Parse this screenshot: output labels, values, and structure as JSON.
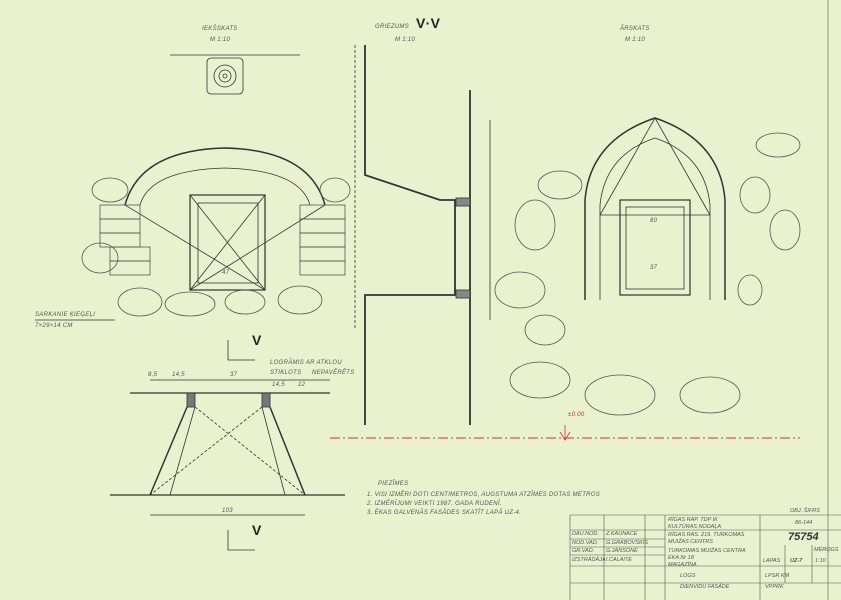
{
  "views": {
    "plan": {
      "title": "IEKŠSKATS",
      "scale": "M 1:10"
    },
    "section": {
      "title": "GRIEZUMS",
      "mark": "V·V",
      "scale": "M 1:10"
    },
    "elevation": {
      "title": "ĀRSKATS",
      "scale": "M 1:10"
    }
  },
  "labels": {
    "brick": "SARKANIE ĶIEĢEĻI",
    "brick_size": "7×29×14 CM",
    "cut_mark": "V",
    "glazing": "LOGRĀMIS AR ATKLOU",
    "glazing2": "STIKLOTS",
    "glazing3": "NEPAVĒRĒTS",
    "level": "±0.00",
    "dims": [
      "8,5",
      "14,5",
      "37",
      "12",
      "14,5",
      "103",
      "47",
      "80",
      "37"
    ]
  },
  "notes": {
    "title": "PIEZĪMES",
    "items": [
      "1. VISI IZMĒRI DOTI CENTIMETROS, AUGSTUMA ATZĪMES DOTAS METROS",
      "2. IZMĒRĪJUMI VEIKTI 1987. GADA RUDENĪ.",
      "3. ĒKAS GALVENĀS FASĀDES SKATĪT LAPĀ UZ-4."
    ]
  },
  "title_block": {
    "people": [
      {
        "role": "DAU.NOD.",
        "name": "Z.KAUNACE"
      },
      {
        "role": "NOD.VAD.",
        "name": "G.GRABOVSKIS"
      },
      {
        "role": "GR.VAD.",
        "name": "G.JANSONE"
      },
      {
        "role": "IZSTRĀDĀJA",
        "name": "I.CALAITE"
      }
    ],
    "org1": "RĪGAS RAP. TDP IK",
    "org1b": "KULTŪRAS NODAĻA",
    "org2": "RĪGAS RAS. 219. TURKOMAS",
    "org2b": "MUIŽAS CENTRS",
    "object": "TURKOMAS MUIŽAS CENTRA",
    "object2": "ĒKA Nr 18",
    "object3": "MAGAZĪNA",
    "drawing": "LOGS",
    "drawing2": "DIENVIDU FASĀDE",
    "archive_label": "OBJ. ŠIFRS",
    "archive_code": "86-144",
    "number": "75754",
    "sheet_label": "LAPAS",
    "sheet": "UZ-7",
    "scale_label": "MĒROGS",
    "scale": "1:10",
    "place": "LPSR KM",
    "place2": "VPPRK"
  }
}
